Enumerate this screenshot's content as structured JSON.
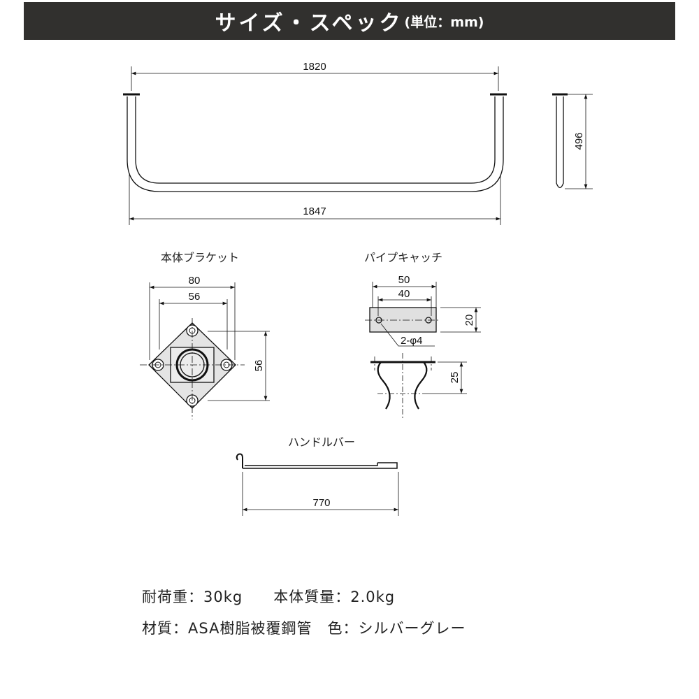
{
  "header": {
    "title": "サイズ・スペック",
    "unit": "(単位：mm)"
  },
  "dimensions": {
    "top_width": "1820",
    "bottom_width": "1847",
    "height": "496"
  },
  "bracket": {
    "title": "本体ブラケット",
    "outer": "80",
    "inner": "56",
    "vertical": "56"
  },
  "pipe_catch": {
    "title": "パイプキャッチ",
    "outer": "50",
    "inner": "40",
    "height": "20",
    "holes": "2-φ4",
    "depth": "25"
  },
  "handle_bar": {
    "title": "ハンドルバー",
    "length": "770"
  },
  "specs": {
    "line1": "耐荷重：30kg　　本体質量：2.0kg",
    "line2": "材質：ASA樹脂被覆鋼管　色：シルバーグレー"
  }
}
